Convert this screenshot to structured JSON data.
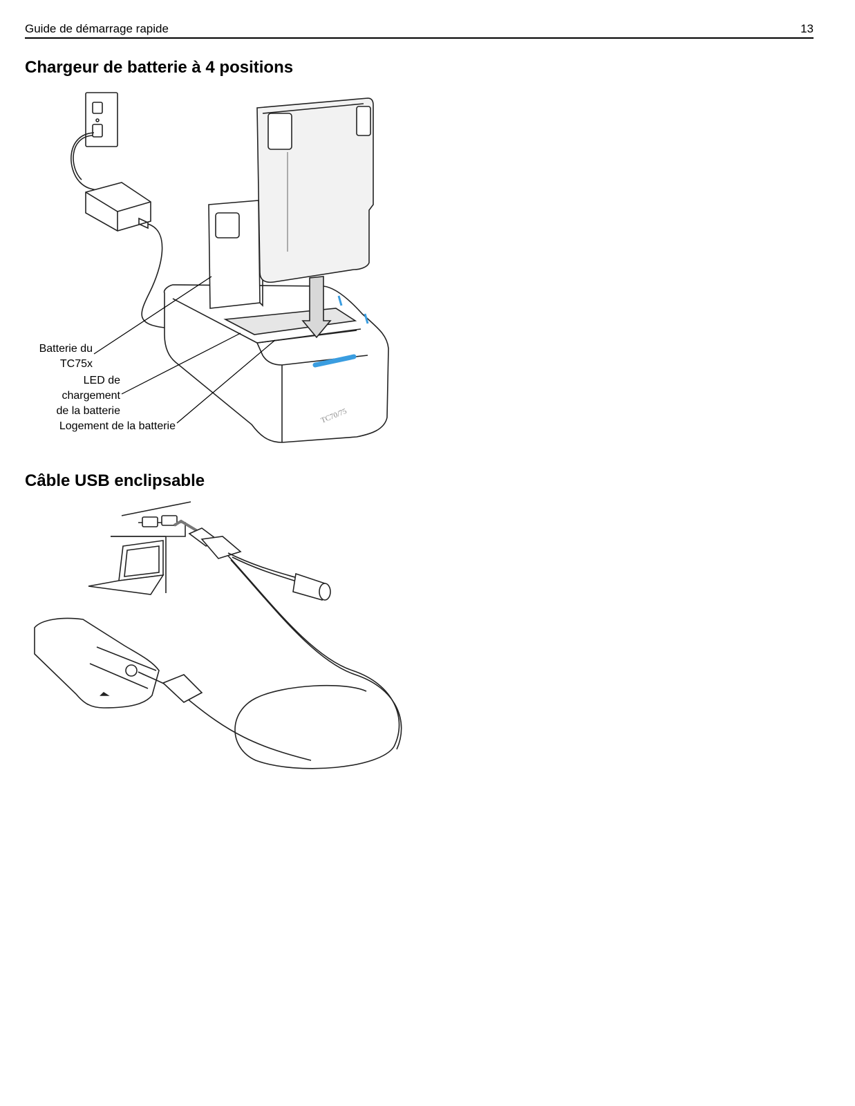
{
  "header": {
    "title": "Guide de démarrage rapide",
    "page_number": "13"
  },
  "section_charger": {
    "title": "Chargeur de batterie à 4 positions",
    "callouts": {
      "battery_line1": "Batterie du",
      "battery_line2": "TC75x",
      "led_line1": "LED de",
      "led_line2": "chargement",
      "led_line3": "de la batterie",
      "slot": "Logement de la batterie"
    },
    "device_marking": "TC70/75",
    "led_color": "#3a9de0"
  },
  "section_usb": {
    "title": "Câble USB enclipsable"
  },
  "icons": [
    "wall-outlet-icon",
    "power-adapter-icon",
    "battery-icon",
    "charger-icon",
    "laptop-icon",
    "usb-port-icon",
    "usb-plug-icon",
    "mobile-device-icon"
  ]
}
